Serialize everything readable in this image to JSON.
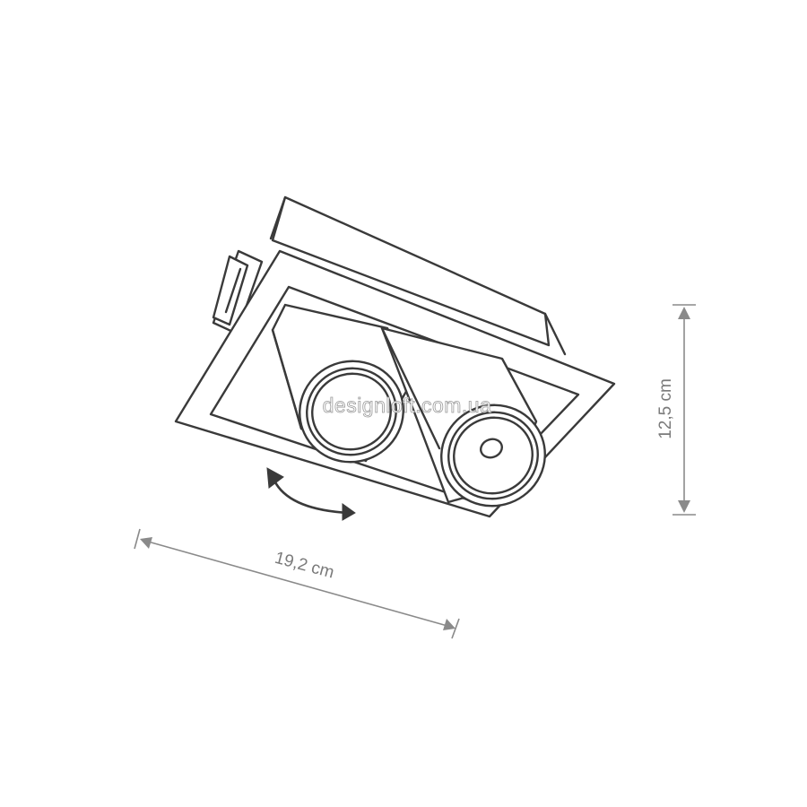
{
  "diagram": {
    "width_label": "19,2 cm",
    "height_label": "12,5 cm",
    "watermark": "designloft.com.ua",
    "colors": {
      "outline": "#3a3a3a",
      "dimension": "#8a8a8a",
      "fill": "#ffffff"
    }
  }
}
